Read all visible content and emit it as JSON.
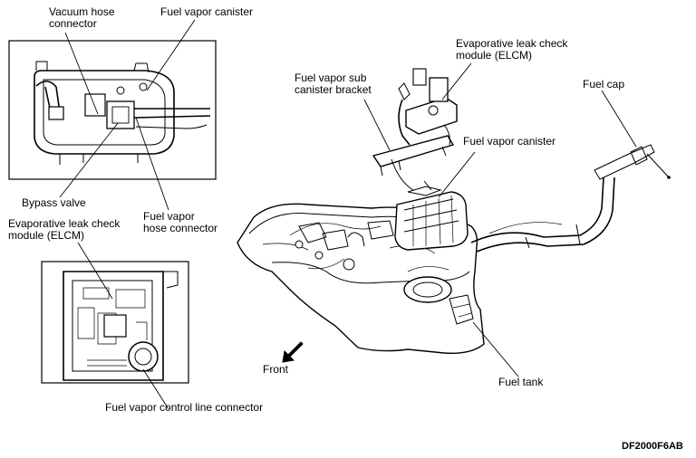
{
  "labels": {
    "vacuum_hose_connector_l1": "Vacuum hose",
    "vacuum_hose_connector_l2": "connector",
    "fuel_vapor_canister_inset": "Fuel vapor canister",
    "bypass_valve": "Bypass valve",
    "fuel_vapor_hose_connector_l1": "Fuel vapor",
    "fuel_vapor_hose_connector_l2": "hose connector",
    "elcm_inset_l1": "Evaporative leak check",
    "elcm_inset_l2": "module (ELCM)",
    "fuel_vapor_control_line_connector": "Fuel vapor control line connector",
    "sub_canister_bracket_l1": "Fuel vapor sub",
    "sub_canister_bracket_l2": "canister bracket",
    "elcm_main_l1": "Evaporative leak check",
    "elcm_main_l2": "module (ELCM)",
    "fuel_cap": "Fuel cap",
    "fuel_vapor_canister_main": "Fuel vapor canister",
    "front": "Front",
    "fuel_tank": "Fuel tank"
  },
  "figure_code": "DF2000F6AB"
}
